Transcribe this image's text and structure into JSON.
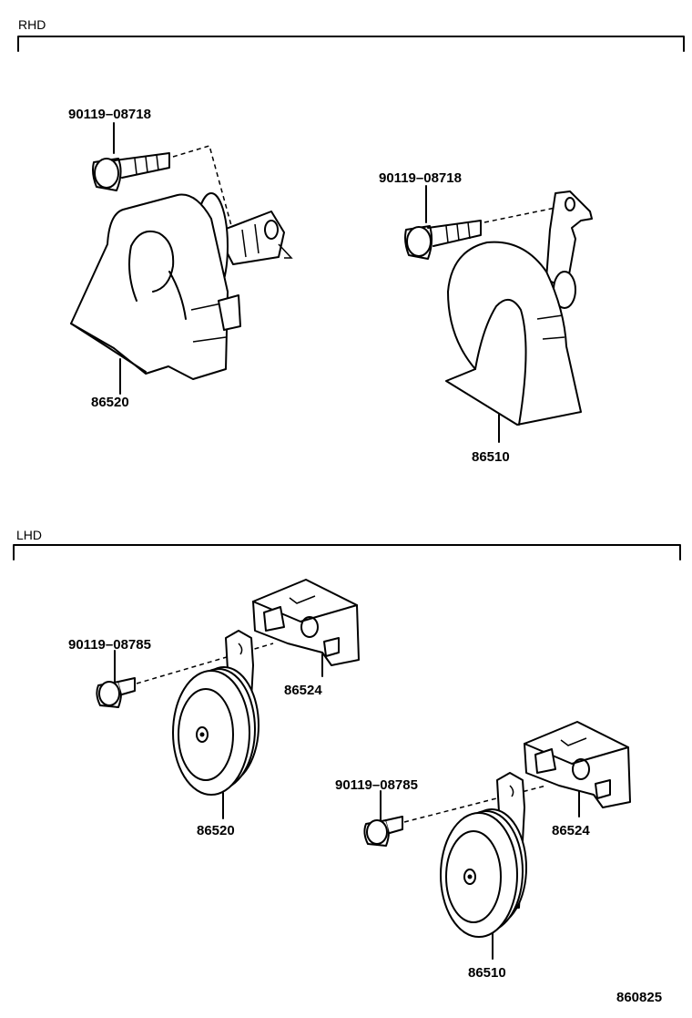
{
  "sections": {
    "rhd": "RHD",
    "lhd": "LHD"
  },
  "parts": {
    "rhd_bolt_1": "90119–08718",
    "rhd_bolt_2": "90119–08718",
    "rhd_horn_low": "86520",
    "rhd_horn_high": "86510",
    "lhd_bolt_1": "90119–08785",
    "lhd_bolt_2": "90119–08785",
    "lhd_bracket_1": "86524",
    "lhd_bracket_2": "86524",
    "lhd_horn_low": "86520",
    "lhd_horn_high": "86510"
  },
  "figure_code": "860825"
}
